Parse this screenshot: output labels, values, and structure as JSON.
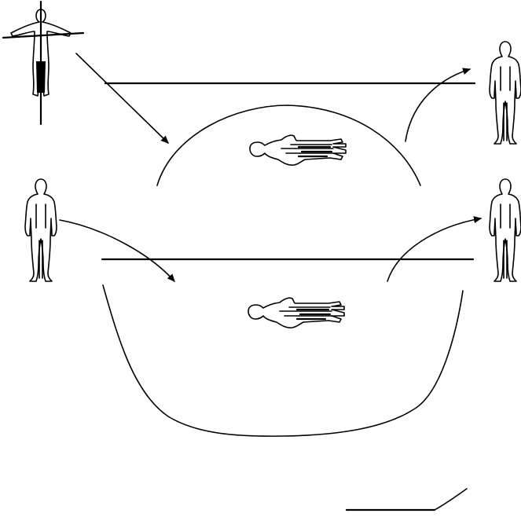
{
  "diagram": {
    "ink_color": "#000000",
    "background_color": "#ffffff",
    "rows": [
      {
        "id": "upper",
        "left_figure": "figure-on-cross-icon",
        "right_figure": "standing-figure-icon",
        "center_figure": "lying-figure-icon",
        "arc_shape": "dome"
      },
      {
        "id": "lower",
        "left_figure": "standing-figure-icon",
        "right_figure": "standing-figure-icon",
        "center_figure": "lying-figure-icon",
        "arc_shape": "bowl"
      }
    ]
  }
}
